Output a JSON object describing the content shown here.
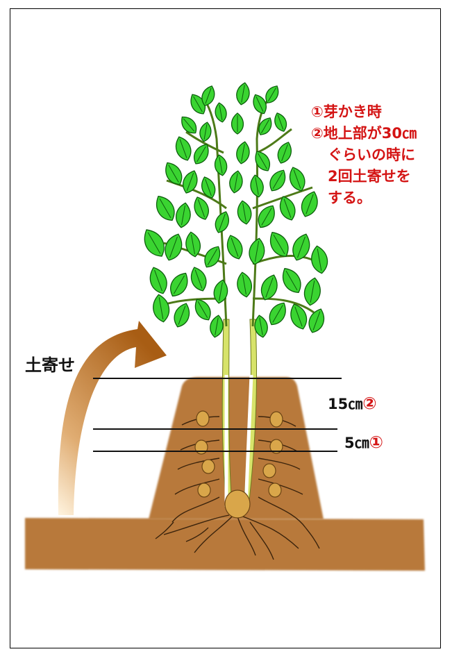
{
  "note": {
    "line1": "①芽かき時",
    "line2": "②地上部が30㎝",
    "line3": "ぐらいの時に",
    "line4": "2回土寄せを",
    "line5": "する。"
  },
  "side_label": "土寄せ",
  "depths": {
    "d15_value": "15㎝",
    "d15_marker": "②",
    "d5_value": "5㎝",
    "d5_marker": "①"
  },
  "colors": {
    "soil": "#b8793b",
    "leaf": "#3ad431",
    "stem": "#d7e36a",
    "arrow": "#b86a1e",
    "note_text": "#d41414"
  },
  "icons": [
    "potato-plant",
    "soil-mound",
    "curved-arrow",
    "tuber",
    "roots"
  ]
}
